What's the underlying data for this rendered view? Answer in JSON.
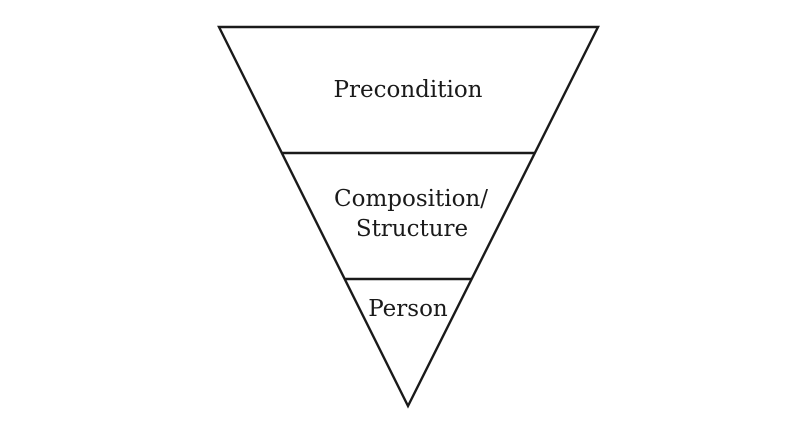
{
  "diagram": {
    "type": "inverted-pyramid",
    "layers": [
      {
        "label_line1": "Precondition",
        "label_line2": ""
      },
      {
        "label_line1": "Composition/",
        "label_line2": "Structure"
      },
      {
        "label_line1": "Person",
        "label_line2": ""
      }
    ]
  }
}
